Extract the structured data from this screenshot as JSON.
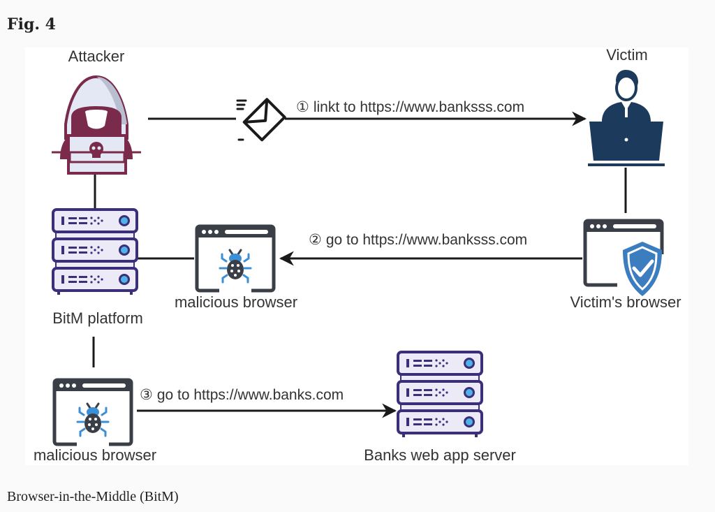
{
  "figure": {
    "title": "Fig. 4",
    "caption": "Browser-in-the-Middle (BitM)"
  },
  "nodes": {
    "attacker": {
      "label": "Attacker",
      "icon": "hooded-hacker-icon"
    },
    "victim": {
      "label": "Victim",
      "icon": "user-laptop-icon"
    },
    "bitm_platform": {
      "label": "BitM platform",
      "icon": "server-rack-icon"
    },
    "malicious_browser_top": {
      "label": "malicious browser",
      "icon": "bug-browser-icon"
    },
    "victim_browser": {
      "label": "Victim's browser",
      "icon": "shield-browser-icon"
    },
    "malicious_browser_bottom": {
      "label": "malicious browser",
      "icon": "bug-browser-icon"
    },
    "bank_server": {
      "label": "Banks web app server",
      "icon": "server-rack-icon"
    }
  },
  "edges": [
    {
      "step": "①",
      "label": "linkt to https://www.banksss.com",
      "from": "attacker",
      "to": "victim",
      "via_icon": "email-icon"
    },
    {
      "step": "②",
      "label": "go to https://www.banksss.com",
      "from": "victim_browser",
      "to": "malicious_browser_top"
    },
    {
      "step": "③",
      "label": "go to https://www.banks.com",
      "from": "malicious_browser_bottom",
      "to": "bank_server"
    }
  ],
  "colors": {
    "attacker": "#7a2a4a",
    "victim": "#1b3a5c",
    "server": "#3b2f7a",
    "browser": "#3a3f47",
    "bug_accent": "#3a8fd6",
    "shield": "#3b7dbf",
    "line": "#1a1a1a"
  }
}
